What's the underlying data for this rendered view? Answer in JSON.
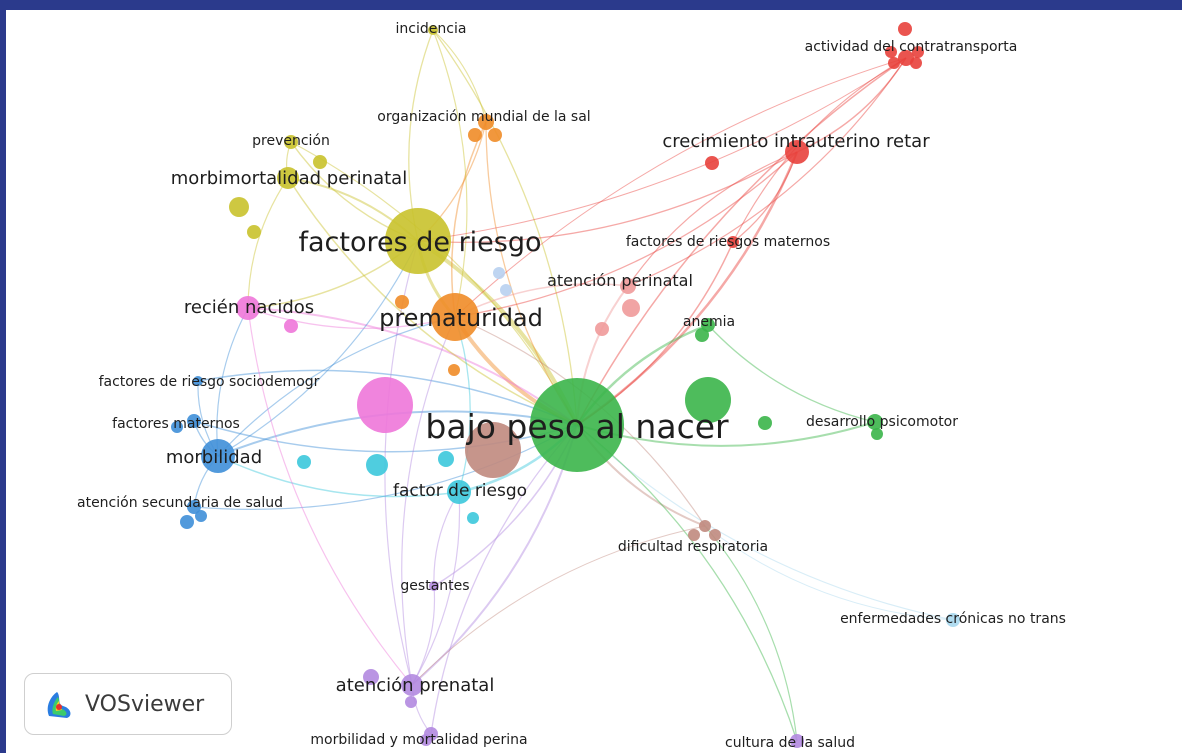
{
  "app": {
    "brand": "VOSviewer"
  },
  "network": {
    "nodes": [
      {
        "id": "bpn",
        "label": "bajo peso al nacer",
        "cluster": "green"
      },
      {
        "id": "fr",
        "label": "factores de riesgo",
        "cluster": "yellow"
      },
      {
        "id": "prem",
        "label": "prematuridad",
        "cluster": "orange"
      },
      {
        "id": "inc",
        "label": "incidencia",
        "cluster": "yellow"
      },
      {
        "id": "oms",
        "label": "organización mundial de la sal",
        "cluster": "orange"
      },
      {
        "id": "prev",
        "label": "prevención",
        "cluster": "yellow"
      },
      {
        "id": "morbiper",
        "label": "morbimortalidad perinatal",
        "cluster": "yellow"
      },
      {
        "id": "act",
        "label": "actividad del contratransporta",
        "cluster": "red"
      },
      {
        "id": "ciur",
        "label": "crecimiento intrauterino retar",
        "cluster": "red"
      },
      {
        "id": "frm",
        "label": "factores de riesgos maternos",
        "cluster": "red"
      },
      {
        "id": "aper",
        "label": "atención perinatal",
        "cluster": "salmon"
      },
      {
        "id": "rn",
        "label": "recién nacidos",
        "cluster": "pink"
      },
      {
        "id": "anemia",
        "label": "anemia",
        "cluster": "green"
      },
      {
        "id": "frs",
        "label": "factores de riesgo sociodemogr",
        "cluster": "blue"
      },
      {
        "id": "fm",
        "label": "factores maternos",
        "cluster": "blue"
      },
      {
        "id": "morb",
        "label": "morbilidad",
        "cluster": "blue"
      },
      {
        "id": "ass",
        "label": "atención secundaria de salud",
        "cluster": "blue"
      },
      {
        "id": "dpm",
        "label": "desarrollo psicomotor",
        "cluster": "green"
      },
      {
        "id": "fdr",
        "label": "factor de riesgo",
        "cluster": "cyan"
      },
      {
        "id": "dr",
        "label": "dificultad respiratoria",
        "cluster": "brown"
      },
      {
        "id": "gest",
        "label": "gestantes",
        "cluster": "purple"
      },
      {
        "id": "ecnt",
        "label": "enfermedades crónicas no trans",
        "cluster": "lightblue"
      },
      {
        "id": "apren",
        "label": "atención prenatal",
        "cluster": "purple"
      },
      {
        "id": "mmp",
        "label": "morbilidad y mortalidad perina",
        "cluster": "purple"
      },
      {
        "id": "cs",
        "label": "cultura de la salud",
        "cluster": "purple"
      }
    ]
  },
  "colors": {
    "green": "#3bb54a",
    "yellow": "#c9c22c",
    "orange": "#f08c28",
    "red": "#e8413c",
    "salmon": "#ef9a9a",
    "pink": "#ee77d9",
    "blue": "#3f8fd8",
    "cyan": "#3cc8dc",
    "brown": "#c08a7e",
    "purple": "#b28ae0",
    "lightblue": "#a8d8ee",
    "paleblue": "#b8d0f0"
  }
}
